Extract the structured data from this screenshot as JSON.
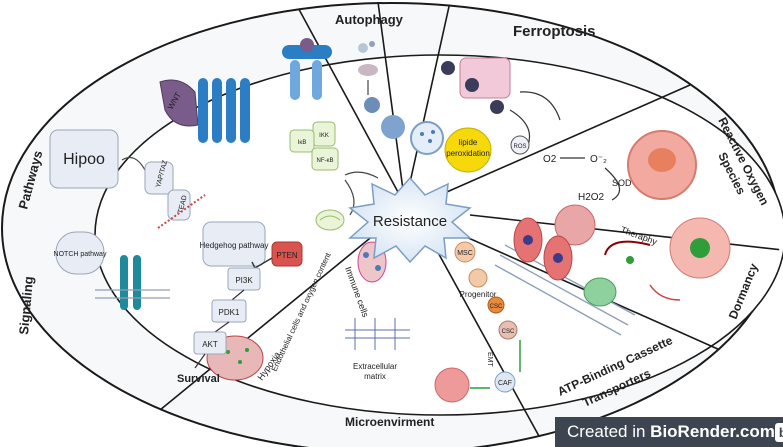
{
  "sections": {
    "autophagy": "Autophagy",
    "ferroptosis": "Ferroptosis",
    "ros_line1": "Reactive Oxygen",
    "ros_line2": "Species",
    "dormancy": "Dormancy",
    "abc_line1": "ATP-Binding Cassette",
    "abc_line2": "Transporters",
    "microenv": "Microenvirment",
    "signaling": "Signaling",
    "pathways": "Pathways"
  },
  "center": "Resistance",
  "labels": {
    "hipoo": "Hipoo",
    "yap_taz": "YAP/TAZ",
    "tead": "TEAD",
    "wnt": "WNT",
    "notch": "NOTCH pathway",
    "hedgehog": "Hedgehog pathway",
    "pten": "PTEN",
    "pi3k": "PI3K",
    "pdk1": "PDK1",
    "akt": "AKT",
    "survival": "Survival",
    "hypoxia": "Hypoxia",
    "endothelial": "Endothelial cells and oxygen content",
    "immune": "Immune cells",
    "ecm_line1": "Extracellular",
    "ecm_line2": "matrix",
    "msc": "MSC",
    "progenitor": "Progenitor",
    "csc_top": "CSC",
    "csc_bottom": "CSC",
    "emt": "EMT",
    "caf": "CAF",
    "lipide_line1": "lipide",
    "lipide_line2": "peroxidation",
    "ros": "ROS",
    "o2": "O2",
    "o2_minus": "O⁻₂",
    "sod": "SOD",
    "h2o2": "H2O2",
    "theraphy": "Theraphy",
    "ikk": "IKK",
    "ikb": "IκB",
    "nfkb": "NF-κB"
  },
  "badge": {
    "prefix": "Created in ",
    "brand": "BioRender.com",
    "logo": "bio"
  },
  "colors": {
    "outline": "#1a1a1a",
    "box_fill": "#e8edf5",
    "box_stroke": "#9aa6bb",
    "pten": "#d9534f",
    "cell_red": "#e57373",
    "lipid_yellow": "#f5d90a",
    "green": "#2e9d3a"
  }
}
